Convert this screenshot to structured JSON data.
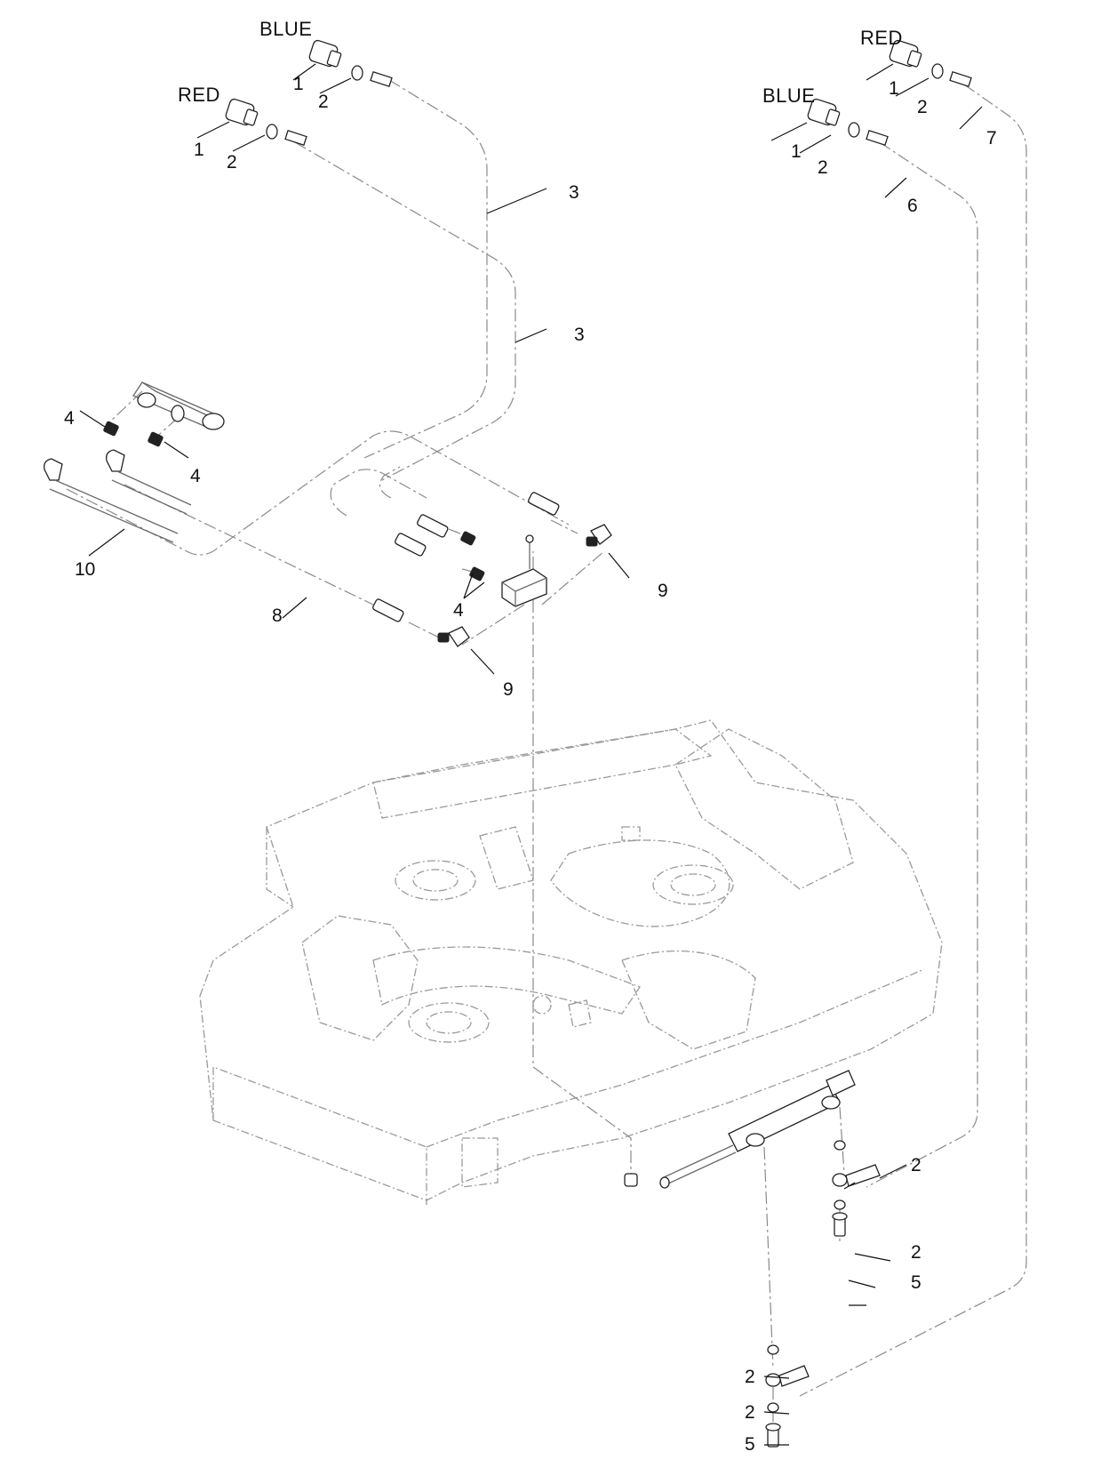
{
  "colors": {
    "background": "#ffffff",
    "line": "#6a6a6a",
    "text": "#111111"
  },
  "labels": {
    "blue_left": "BLUE",
    "red_left": "RED",
    "red_right": "RED",
    "blue_right": "BLUE"
  },
  "callouts": {
    "c1a": "1",
    "c2a": "2",
    "c1b": "1",
    "c2b": "2",
    "c1c": "1",
    "c2c": "2",
    "c1d": "1",
    "c2d": "2",
    "c3a": "3",
    "c3b": "3",
    "c6": "6",
    "c7": "7",
    "c4a": "4",
    "c4b": "4",
    "c4c": "4",
    "c10": "10",
    "c8": "8",
    "c9a": "9",
    "c9b": "9",
    "c2e": "2",
    "c2f": "2",
    "c5a": "5",
    "c2g": "2",
    "c2h": "2",
    "c5b": "5"
  }
}
